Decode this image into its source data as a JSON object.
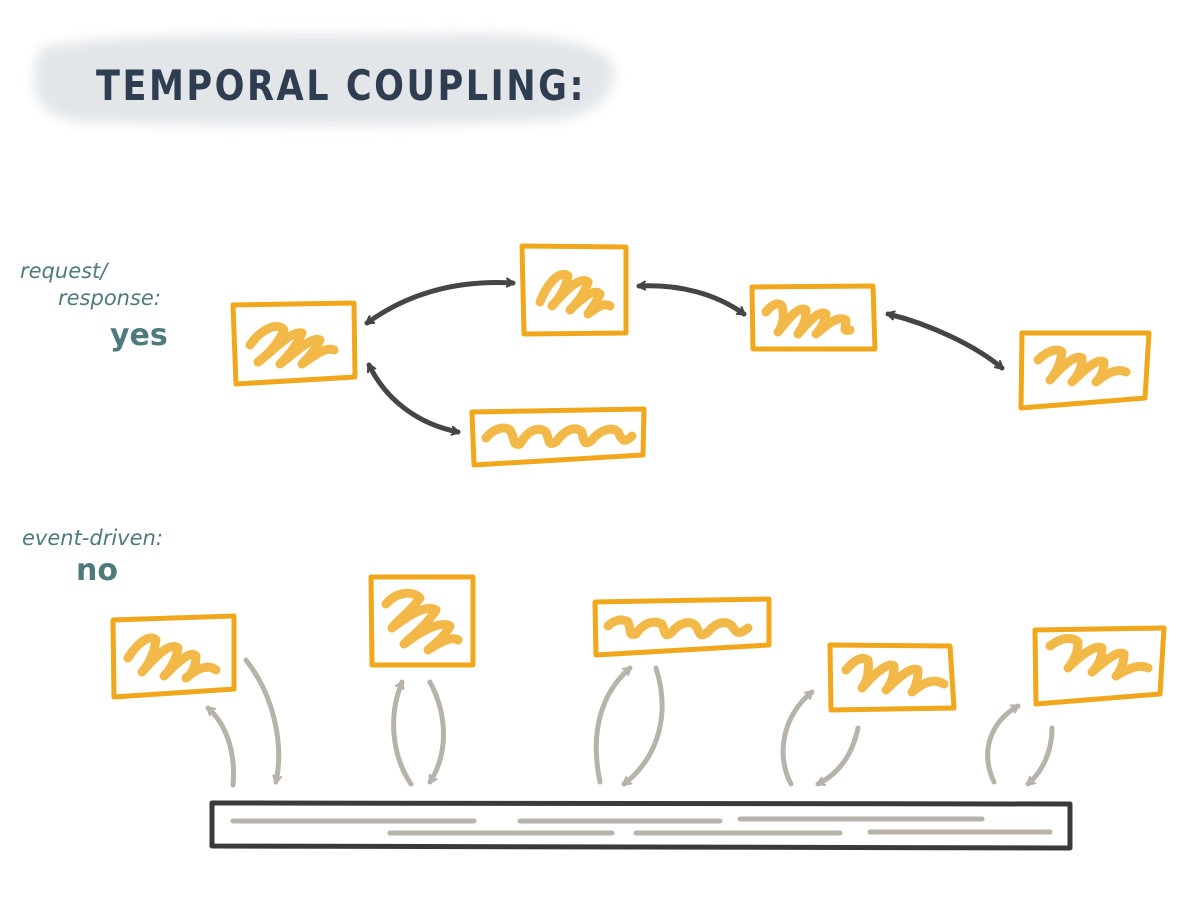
{
  "title": "TEMPORAL COUPLING:",
  "request_response": {
    "label_line1": "request/",
    "label_line2": "response:",
    "answer": "yes"
  },
  "event_driven": {
    "label": "event-driven:",
    "answer": "no"
  },
  "colors": {
    "title_ink": "#2e3d4f",
    "label_ink": "#4f7a7c",
    "service_box": "#f0a71c",
    "service_fill": "#f2b949",
    "sync_arrow": "#454545",
    "async_arrow": "#b8b3aa",
    "event_bus": "#3a3a3a"
  },
  "icons": {
    "service": "service-box-icon",
    "sync_call": "double-arrow-icon",
    "publish_subscribe": "round-trip-arrow-icon",
    "bus": "event-bus-icon"
  }
}
